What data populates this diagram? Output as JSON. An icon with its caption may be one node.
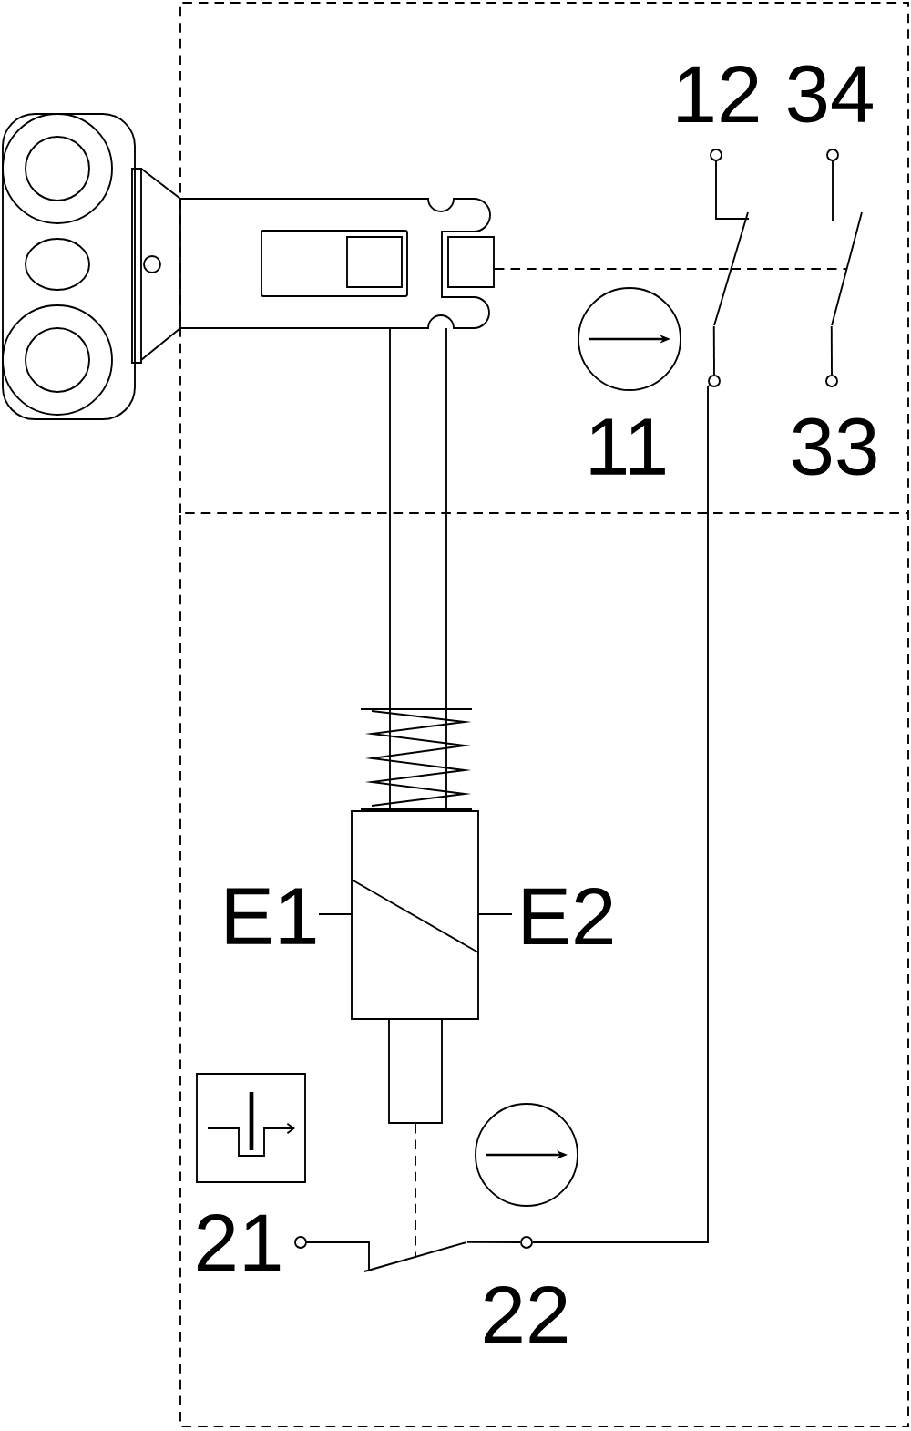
{
  "diagram": {
    "nodes": [
      {
        "text": [],
        "shape": "box"
      },
      {
        "text": [],
        "shape": "bar"
      },
      {
        "text": [],
        "shape": "bar"
      },
      {
        "text": [],
        "shape": "box"
      },
      {
        "text": [],
        "shape": "bar"
      },
      {
        "text": [],
        "shape": "circle"
      },
      {
        "text": [],
        "shape": "circle"
      },
      {
        "text": [],
        "shape": "circle"
      }
    ],
    "edges": [
      {
        "from": 0,
        "to": 1,
        "arrow": "none",
        "style": "dashed"
      },
      {
        "from": 1,
        "to": 2,
        "arrow": "none",
        "style": "dashed"
      },
      {
        "from": 3,
        "to": 4,
        "arrow": "none",
        "style": "dashed"
      },
      {
        "from": 1,
        "to": 5,
        "arrow": "none"
      },
      {
        "from": 2,
        "to": 7,
        "arrow": "none"
      },
      {
        "from": 4,
        "to": 6,
        "arrow": "none"
      },
      {
        "from": 5,
        "to": 6,
        "arrow": "none"
      }
    ],
    "labels": [
      "12",
      "34",
      "11",
      "33",
      "E1",
      "E2",
      "21",
      "22"
    ]
  }
}
